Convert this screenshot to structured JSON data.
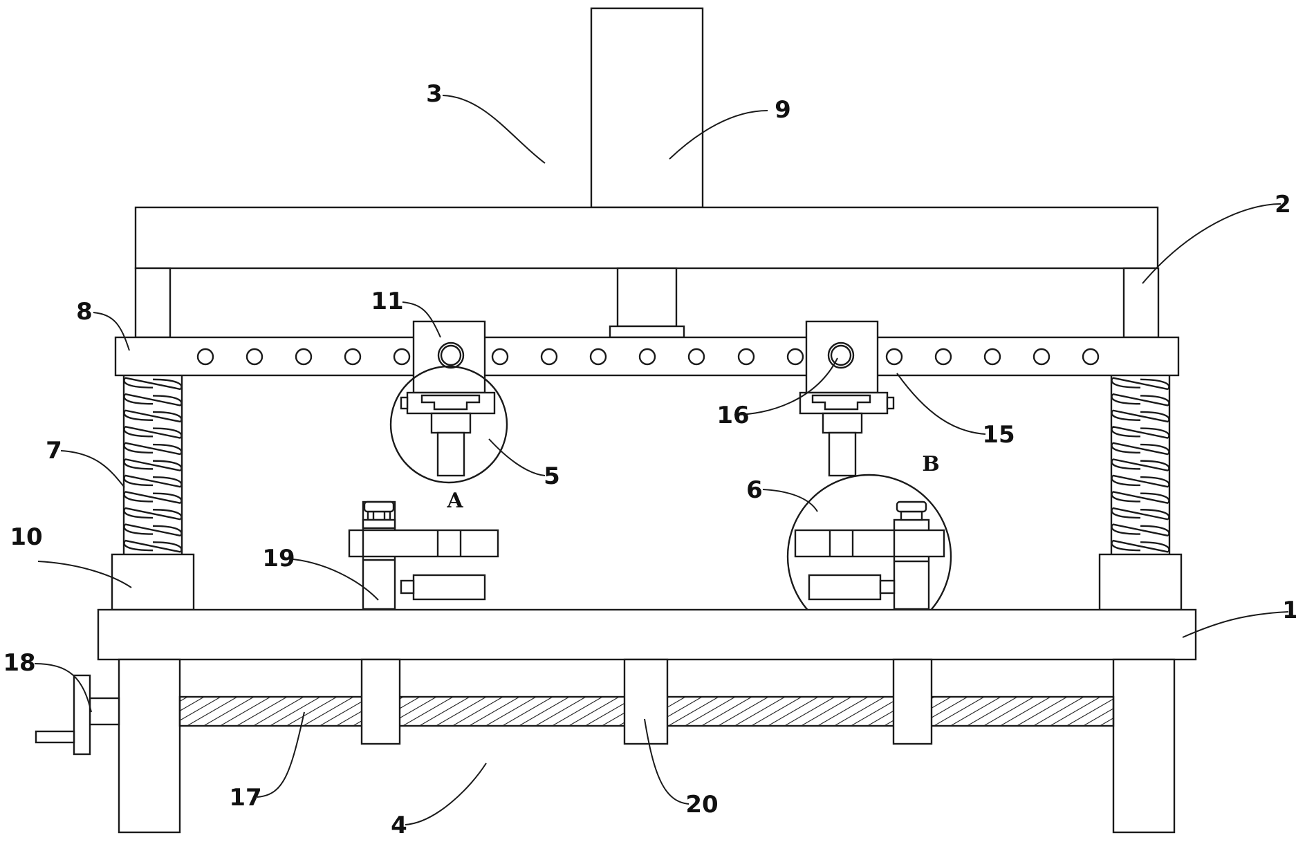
{
  "labels": {
    "n1": "1",
    "n2": "2",
    "n3": "3",
    "n4": "4",
    "n5": "5",
    "n6": "6",
    "n7": "7",
    "n8": "8",
    "n9": "9",
    "n10": "10",
    "n11": "11",
    "n15": "15",
    "n16": "16",
    "n17": "17",
    "n18": "18",
    "n19": "19",
    "n20": "20",
    "detail_a": "A",
    "detail_b": "B"
  }
}
